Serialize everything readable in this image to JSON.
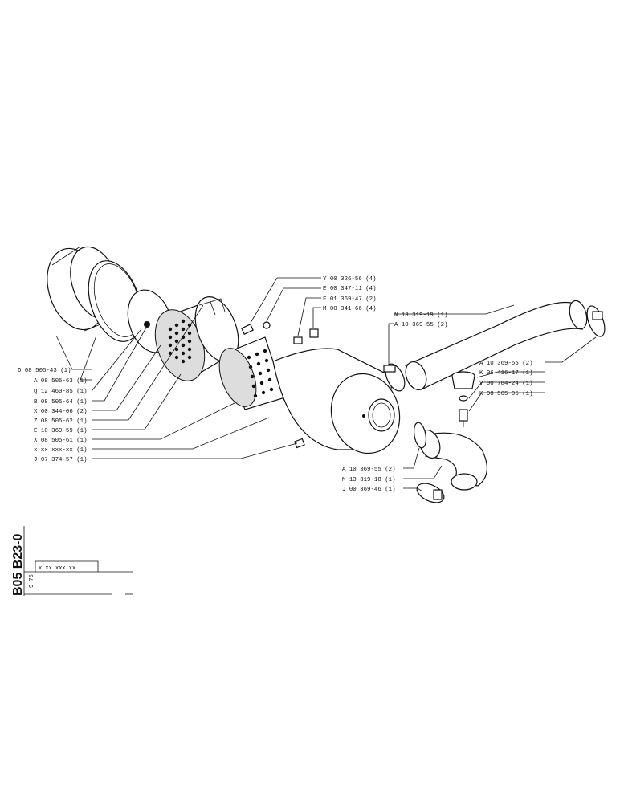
{
  "diagram": {
    "page_code": "B05 B23-0",
    "date": "9-76",
    "revision": "x xx xxx xx",
    "callouts_top": [
      {
        "ref": "Y 00 326-56 (4)"
      },
      {
        "ref": "E 00 347-11 (4)"
      },
      {
        "ref": "F 01 369-47 (2)"
      },
      {
        "ref": "M 00 341-66 (4)"
      }
    ],
    "callouts_left": [
      {
        "ref": "D 08 505-43 (1)"
      },
      {
        "ref": "A 08 505-63 (1)"
      },
      {
        "ref": "Q 12 460-85 (1)"
      },
      {
        "ref": "B 08 505-64 (1)"
      },
      {
        "ref": "X 00 344-06 (2)"
      },
      {
        "ref": "Z 08 505-62 (1)"
      },
      {
        "ref": "E 10 369-59 (1)"
      },
      {
        "ref": "X 08 505-61 (1)"
      },
      {
        "ref": "x xx xxx-xx (1)"
      },
      {
        "ref": "J 07 374-57 (1)"
      }
    ],
    "callouts_upper_right": [
      {
        "ref": "N 13 319-19 (1)"
      },
      {
        "ref": "A 10 369-55 (2)"
      }
    ],
    "callouts_right": [
      {
        "ref": "A 10 369-55 (2)"
      },
      {
        "ref": "K 06 416-17 (1)"
      },
      {
        "ref": "V 00 784-24 (1)"
      },
      {
        "ref": "K 08 505-95 (1)"
      }
    ],
    "callouts_bottom": [
      {
        "ref": "A 10 369-55 (2)"
      },
      {
        "ref": "M 13 319-18 (1)"
      },
      {
        "ref": "J 00 369-46 (1)"
      }
    ]
  }
}
